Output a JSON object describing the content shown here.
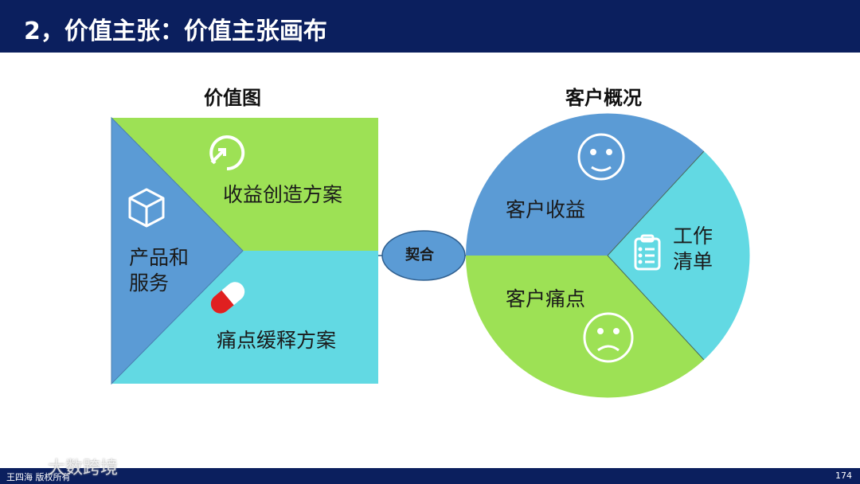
{
  "header": {
    "title": "2，价值主张：价值主张画布"
  },
  "value_map": {
    "title": "价值图",
    "products_services": "产品和\n服务",
    "products_line1": "产品和",
    "products_line2": "服务",
    "gain_creators": "收益创造方案",
    "pain_relievers": "痛点缓释方案"
  },
  "fit": {
    "label": "契合"
  },
  "customer_profile": {
    "title": "客户概况",
    "gains": "客户收益",
    "pains": "客户痛点",
    "jobs_line1": "工作",
    "jobs_line2": "清单"
  },
  "footer": {
    "left": "王四海 版权所有",
    "page": "174",
    "watermark": "大数跨境"
  },
  "colors": {
    "navy": "#0b1f5e",
    "blue": "#5b9bd5",
    "green": "#9de155",
    "cyan": "#62d9e3"
  }
}
